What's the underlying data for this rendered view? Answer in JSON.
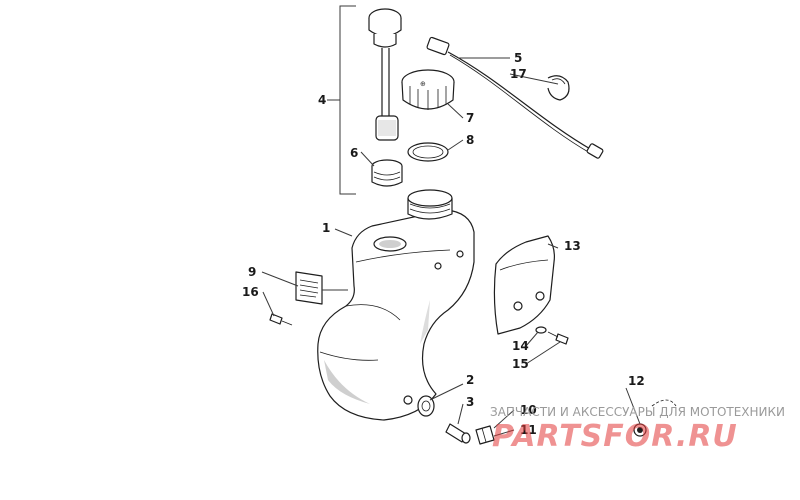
{
  "callouts": {
    "c1": "1",
    "c2": "2",
    "c3": "3",
    "c4": "4",
    "c5": "5",
    "c6": "6",
    "c7": "7",
    "c8": "8",
    "c9": "9",
    "c10": "10",
    "c11": "11",
    "c12": "12",
    "c13": "13",
    "c14": "14",
    "c15": "15",
    "c16": "16",
    "c17": "17"
  },
  "watermark": {
    "tagline": "ЗАПЧАСТИ И АКСЕССУАРЫ ДЛЯ МОТОТЕХНИКИ",
    "brand": "PARTSFOR.RU"
  }
}
